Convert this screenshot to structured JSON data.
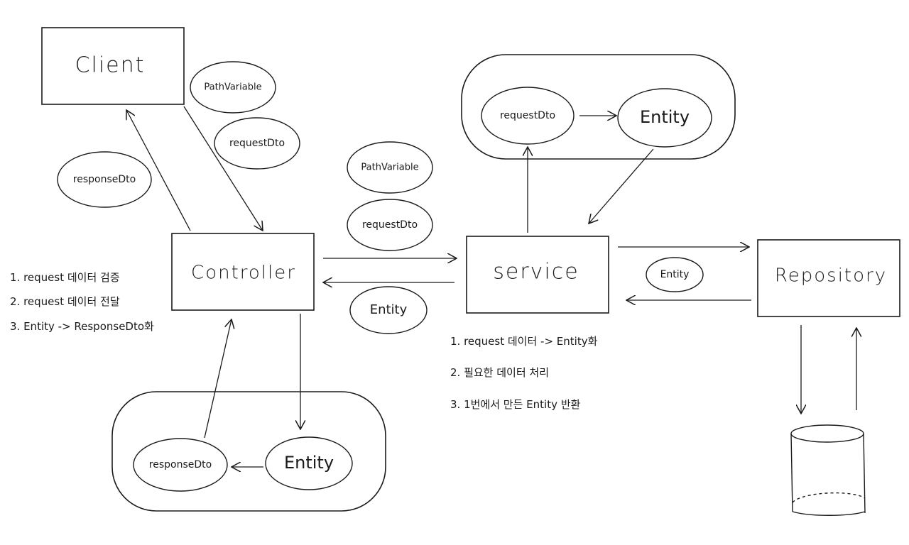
{
  "boxes": {
    "client": "Client",
    "controller": "Controller",
    "service": "service",
    "repository": "Repository"
  },
  "ovals": {
    "client_pathvariable": "PathVariable",
    "client_requestdto": "requestDto",
    "client_responsedto": "responseDto",
    "mid_pathvariable": "PathVariable",
    "mid_requestdto": "requestDto",
    "mid_entity": "Entity",
    "svc_requestdto": "requestDto",
    "svc_entity": "Entity",
    "repo_entity": "Entity",
    "ctrl_responsedto": "responseDto",
    "ctrl_entity": "Entity"
  },
  "controller_notes": [
    "1. request 데이터 검증",
    "2. request 데이터 전달",
    "3. Entity -> ResponseDto화"
  ],
  "service_notes": [
    "1. request 데이터 -> Entity화",
    "2. 필요한 데이터 처리",
    "3. 1번에서 만든 Entity 반환"
  ],
  "colors": {
    "stroke": "#1a1a1a",
    "background": "#ffffff"
  }
}
